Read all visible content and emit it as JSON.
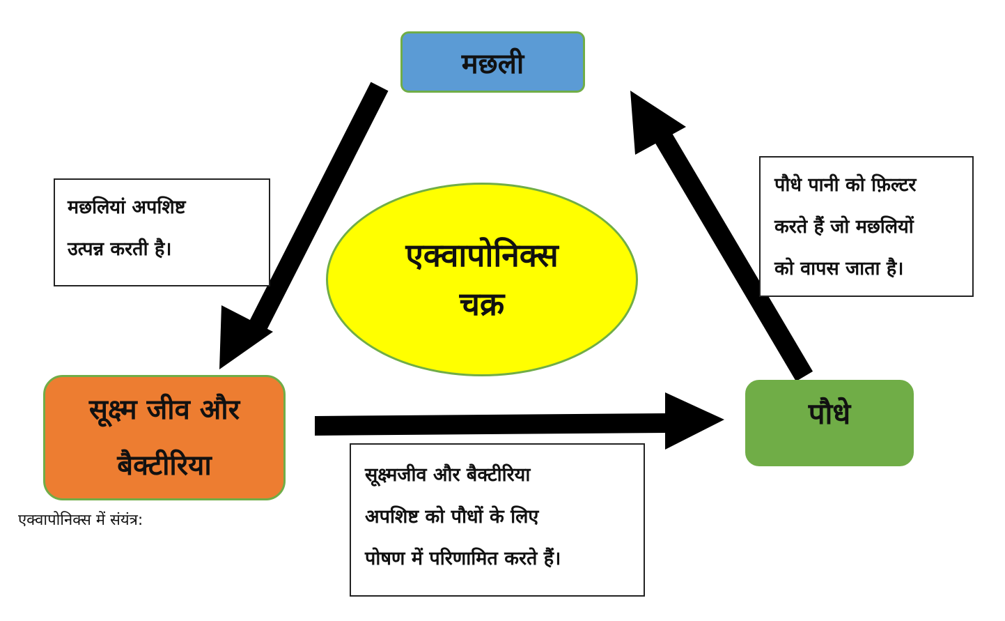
{
  "nodes": {
    "fish": "मछली",
    "microbes": [
      "सूक्ष्म जीव और",
      "बैक्टीरिया"
    ],
    "plants": "पौधे",
    "center": [
      "एक्वापोनिक्स",
      "चक्र"
    ]
  },
  "notes": {
    "fish_waste": [
      "मछलियां  अपशिष्ट",
      "उत्पन्न करती है।"
    ],
    "plants_filter": [
      "पौधे पानी को फ़िल्टर",
      "करते हैं जो मछलियों",
      "को वापस जाता है।"
    ],
    "microbes_convert": [
      "सूक्ष्मजीव और बैक्टीरिया",
      "अपशिष्ट को पौधों के लिए",
      "पोषण में परिणामित करते हैं।"
    ]
  },
  "caption": "एक्वापोनिक्स में संयंत्र:",
  "colors": {
    "fish_fill": "#5b9bd5",
    "microbes_fill": "#ed7d31",
    "plants_fill": "#70ad47",
    "center_fill": "#ffff00",
    "border": "#70ad47",
    "arrow": "#000000"
  }
}
